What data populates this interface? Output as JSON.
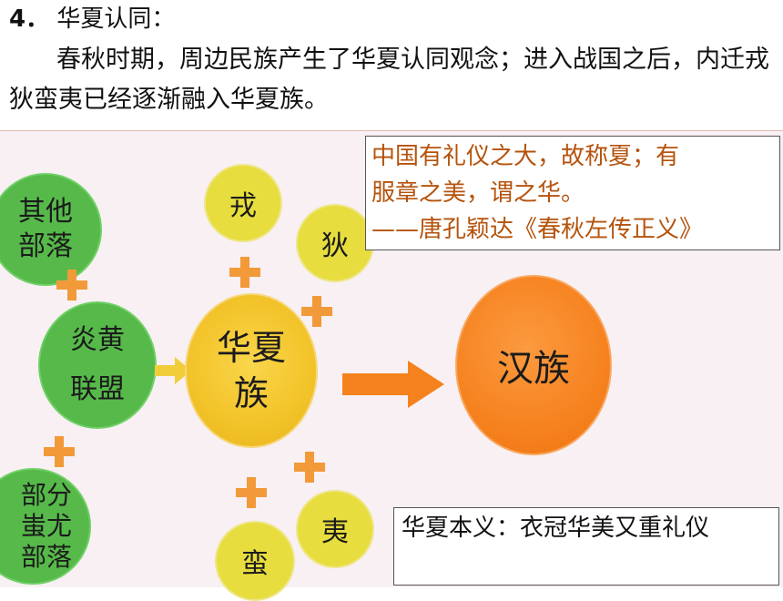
{
  "section": {
    "number": "4．",
    "title": "华夏认同："
  },
  "paragraph": "春秋时期，周边民族产生了华夏认同观念；进入战国之后，内迁戎狄蛮夷已经逐渐融入华夏族。",
  "diagram": {
    "other_tribes": "其他部落",
    "yanhuang": [
      "炎黄",
      "联盟"
    ],
    "chiyou": "部分蚩尤部落",
    "huaxia": [
      "华夏",
      "族"
    ],
    "han": "汉族",
    "rong": "戎",
    "di": "狄",
    "yi": "夷",
    "man": "蛮"
  },
  "quote": {
    "line1": "中国有礼仪之大，故称夏；有",
    "line2": "服章之美，谓之华。",
    "line3": "——唐孔颖达《春秋左传正义》"
  },
  "note": "华夏本义：衣冠华美又重礼仪",
  "colors": {
    "green": "#56b94a",
    "yellow": "#e7dd3e",
    "gold": "#f3c42b",
    "orange": "#f6821f",
    "plus": "#f29a3a",
    "quote_text": "#b5530c"
  }
}
